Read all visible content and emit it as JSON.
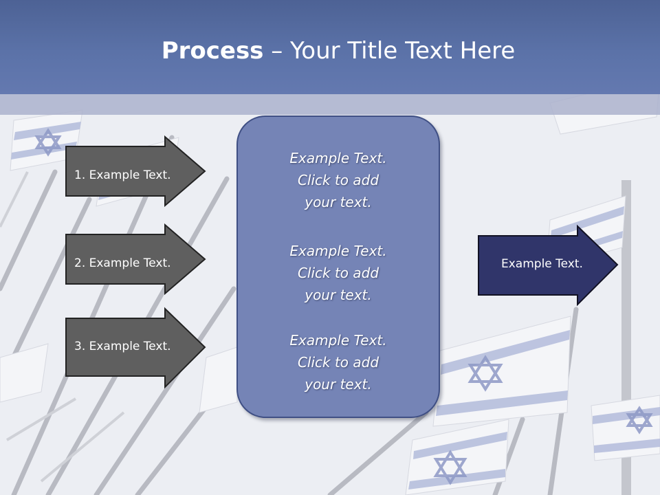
{
  "title": {
    "bold": "Process",
    "rest": " – Your Title Text Here"
  },
  "left_arrows": [
    {
      "label": "1. Example Text."
    },
    {
      "label": "2. Example Text."
    },
    {
      "label": "3. Example Text."
    }
  ],
  "center_box": {
    "blocks": [
      {
        "line1": "Example Text.",
        "line2": "Click  to add",
        "line3": "your text."
      },
      {
        "line1": "Example Text.",
        "line2": "Click  to add",
        "line3": "your text."
      },
      {
        "line1": "Example Text.",
        "line2": "Click  to add",
        "line3": "your text."
      }
    ]
  },
  "right_arrow": {
    "label": "Example Text."
  },
  "colors": {
    "header": "#5b72a8",
    "left_arrow_fill": "#5f5f5f",
    "center_box_fill": "#7584b6",
    "right_arrow_fill": "#30356a"
  },
  "background": "flag-photo"
}
